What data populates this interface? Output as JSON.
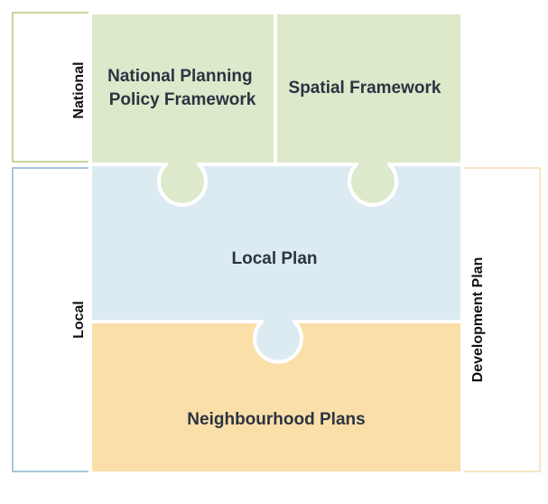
{
  "colors": {
    "national_fill": "#dce9ca",
    "local_plan_fill": "#dcebf2",
    "neighbourhood_fill": "#fbdfa9",
    "national_bracket": "#b7c77a",
    "local_bracket": "#86b6cf",
    "development_bracket": "#f3dfae",
    "gap": "#ffffff",
    "text": "#2b3442"
  },
  "pieces": {
    "nppf": {
      "label_line1": "National Planning",
      "label_line2": "Policy Framework"
    },
    "spatial": {
      "label": "Spatial Framework"
    },
    "local_plan": {
      "label": "Local Plan"
    },
    "neighbourhood": {
      "label": "Neighbourhood Plans"
    }
  },
  "brackets": {
    "national": {
      "label": "National"
    },
    "local": {
      "label": "Local"
    },
    "development_plan": {
      "label": "Development Plan"
    }
  }
}
